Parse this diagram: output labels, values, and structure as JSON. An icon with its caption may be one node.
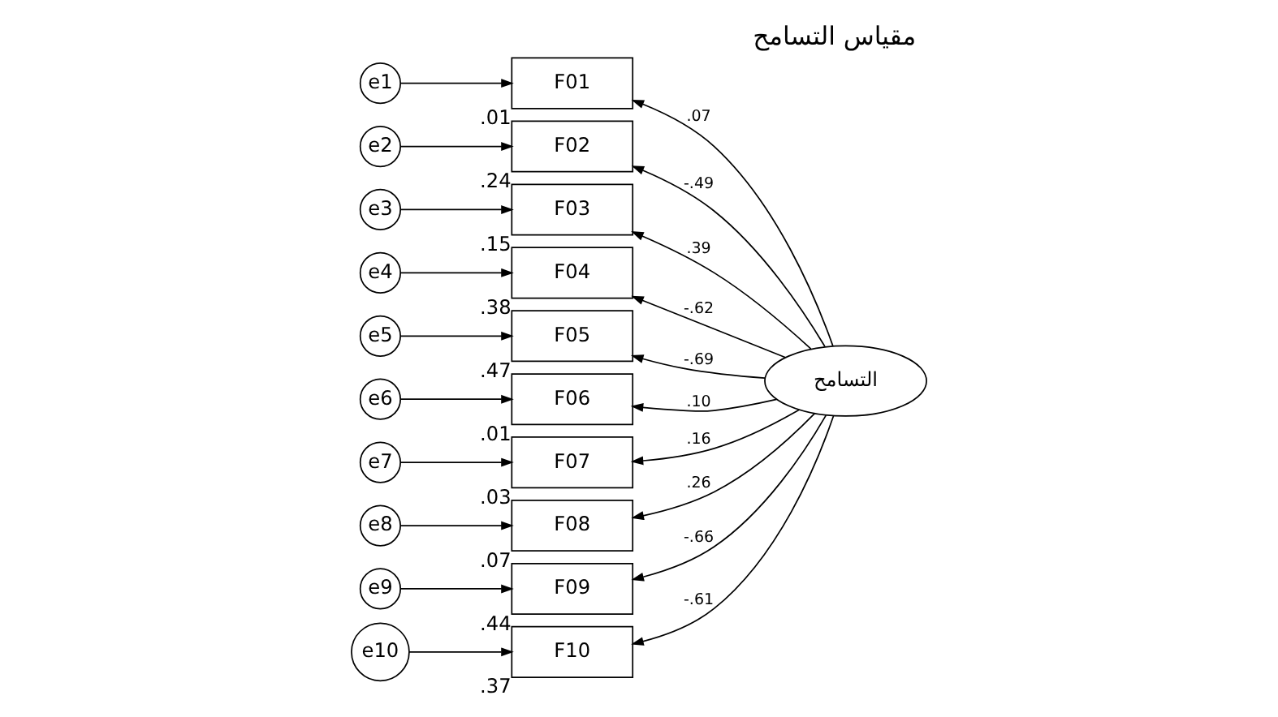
{
  "diagram": {
    "title": "مقياس التسامح",
    "nodes": [
      {
        "text": [
          "e1"
        ]
      },
      {
        "text": [
          "e2"
        ]
      },
      {
        "text": [
          "e3"
        ]
      },
      {
        "text": [
          "e4"
        ]
      },
      {
        "text": [
          "e5"
        ]
      },
      {
        "text": [
          "e6"
        ]
      },
      {
        "text": [
          "e7"
        ]
      },
      {
        "text": [
          "e8"
        ]
      },
      {
        "text": [
          "e9"
        ]
      },
      {
        "text": [
          "e10"
        ]
      },
      {
        "text": [
          "F01"
        ],
        "beside": [
          ".01"
        ]
      },
      {
        "text": [
          "F02"
        ],
        "beside": [
          ".24"
        ]
      },
      {
        "text": [
          "F03"
        ],
        "beside": [
          ".15"
        ]
      },
      {
        "text": [
          "F04"
        ],
        "beside": [
          ".38"
        ]
      },
      {
        "text": [
          "F05"
        ],
        "beside": [
          ".47"
        ]
      },
      {
        "text": [
          "F06"
        ],
        "beside": [
          ".01"
        ]
      },
      {
        "text": [
          "F07"
        ],
        "beside": [
          ".03"
        ]
      },
      {
        "text": [
          "F08"
        ],
        "beside": [
          ".07"
        ]
      },
      {
        "text": [
          "F09"
        ],
        "beside": [
          ".44"
        ]
      },
      {
        "text": [
          "F10"
        ],
        "beside": [
          ".37"
        ]
      },
      {
        "text": [
          "التسامح"
        ]
      }
    ],
    "edges": [
      {
        "from": 0,
        "to": 10,
        "arrow": "to"
      },
      {
        "from": 1,
        "to": 11,
        "arrow": "to"
      },
      {
        "from": 2,
        "to": 12,
        "arrow": "to"
      },
      {
        "from": 3,
        "to": 13,
        "arrow": "to"
      },
      {
        "from": 4,
        "to": 14,
        "arrow": "to"
      },
      {
        "from": 5,
        "to": 15,
        "arrow": "to"
      },
      {
        "from": 6,
        "to": 16,
        "arrow": "to"
      },
      {
        "from": 7,
        "to": 17,
        "arrow": "to"
      },
      {
        "from": 8,
        "to": 18,
        "arrow": "to"
      },
      {
        "from": 9,
        "to": 19,
        "arrow": "to"
      },
      {
        "from": 20,
        "to": 10,
        "arrow": "to",
        "label": ".07"
      },
      {
        "from": 20,
        "to": 11,
        "arrow": "to",
        "label": "-.49"
      },
      {
        "from": 20,
        "to": 12,
        "arrow": "to",
        "label": ".39"
      },
      {
        "from": 20,
        "to": 13,
        "arrow": "to",
        "label": "-.62"
      },
      {
        "from": 20,
        "to": 14,
        "arrow": "to",
        "label": "-.69"
      },
      {
        "from": 20,
        "to": 15,
        "arrow": "to",
        "label": ".10"
      },
      {
        "from": 20,
        "to": 16,
        "arrow": "to",
        "label": ".16"
      },
      {
        "from": 20,
        "to": 17,
        "arrow": "to",
        "label": ".26"
      },
      {
        "from": 20,
        "to": 18,
        "arrow": "to",
        "label": "-.66"
      },
      {
        "from": 20,
        "to": 19,
        "arrow": "to",
        "label": "-.61"
      }
    ]
  }
}
